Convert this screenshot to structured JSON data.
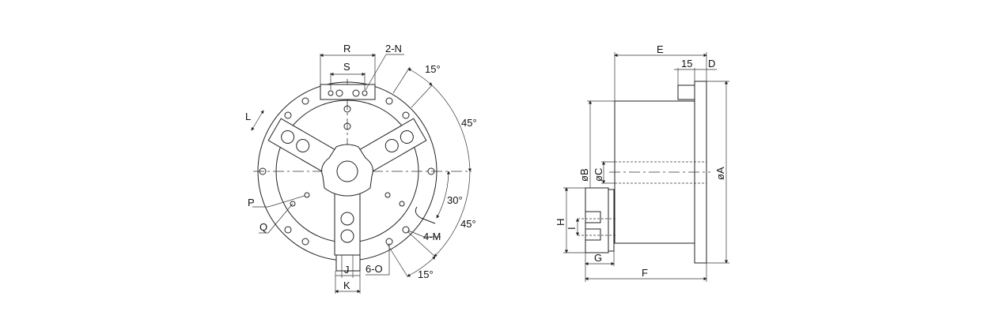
{
  "front_view": {
    "labels": {
      "R": "R",
      "S": "S",
      "N": "2-N",
      "angle_top": "15°",
      "angle_45_top": "45°",
      "L": "L",
      "P": "P",
      "Q": "Q",
      "angle_30": "30°",
      "angle_45_bottom": "45°",
      "M": "4-M",
      "J": "J",
      "K": "K",
      "O": "6-O",
      "angle_bottom": "15°"
    }
  },
  "side_view": {
    "labels": {
      "E": "E",
      "fifteen": "15",
      "D": "D",
      "A": "øA",
      "B": "øB",
      "C": "øC",
      "H": "H",
      "I": "I",
      "G": "G",
      "F": "F"
    }
  }
}
